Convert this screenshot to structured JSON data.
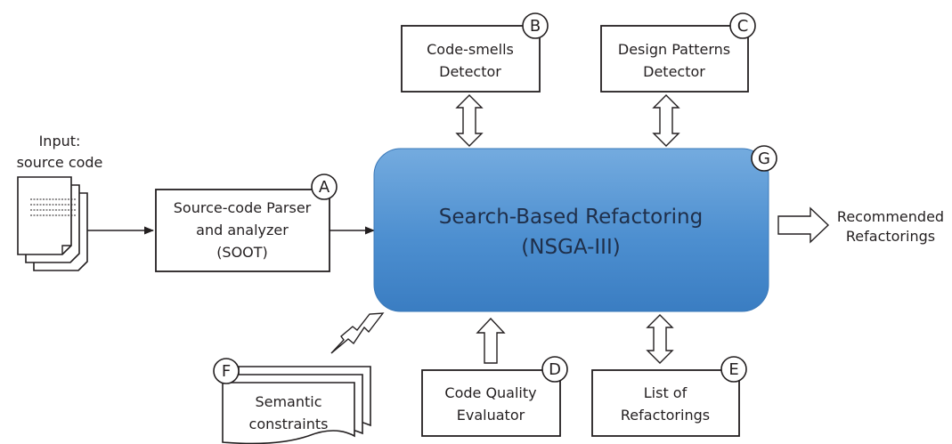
{
  "input": {
    "line1": "Input:",
    "line2": "source code"
  },
  "components": {
    "parser": {
      "badge": "A",
      "line1": "Source-code Parser",
      "line2": "and analyzer",
      "line3": "(SOOT)"
    },
    "smells": {
      "badge": "B",
      "line1": "Code-smells",
      "line2": "Detector"
    },
    "patterns": {
      "badge": "C",
      "line1": "Design Patterns",
      "line2": "Detector"
    },
    "quality": {
      "badge": "D",
      "line1": "Code Quality",
      "line2": "Evaluator"
    },
    "refactorings_list": {
      "badge": "E",
      "line1": "List of",
      "line2": "Refactorings"
    },
    "constraints": {
      "badge": "F",
      "line1": "Semantic",
      "line2": "constraints"
    },
    "search": {
      "badge": "G",
      "line1": "Search-Based Refactoring",
      "line2": "(NSGA-III)"
    }
  },
  "output": {
    "line1": "Recommended",
    "line2": "Refactorings"
  },
  "colors": {
    "main_top": "#6fa8dc",
    "main_bottom": "#3b7fc4",
    "stroke": "#231f20"
  }
}
